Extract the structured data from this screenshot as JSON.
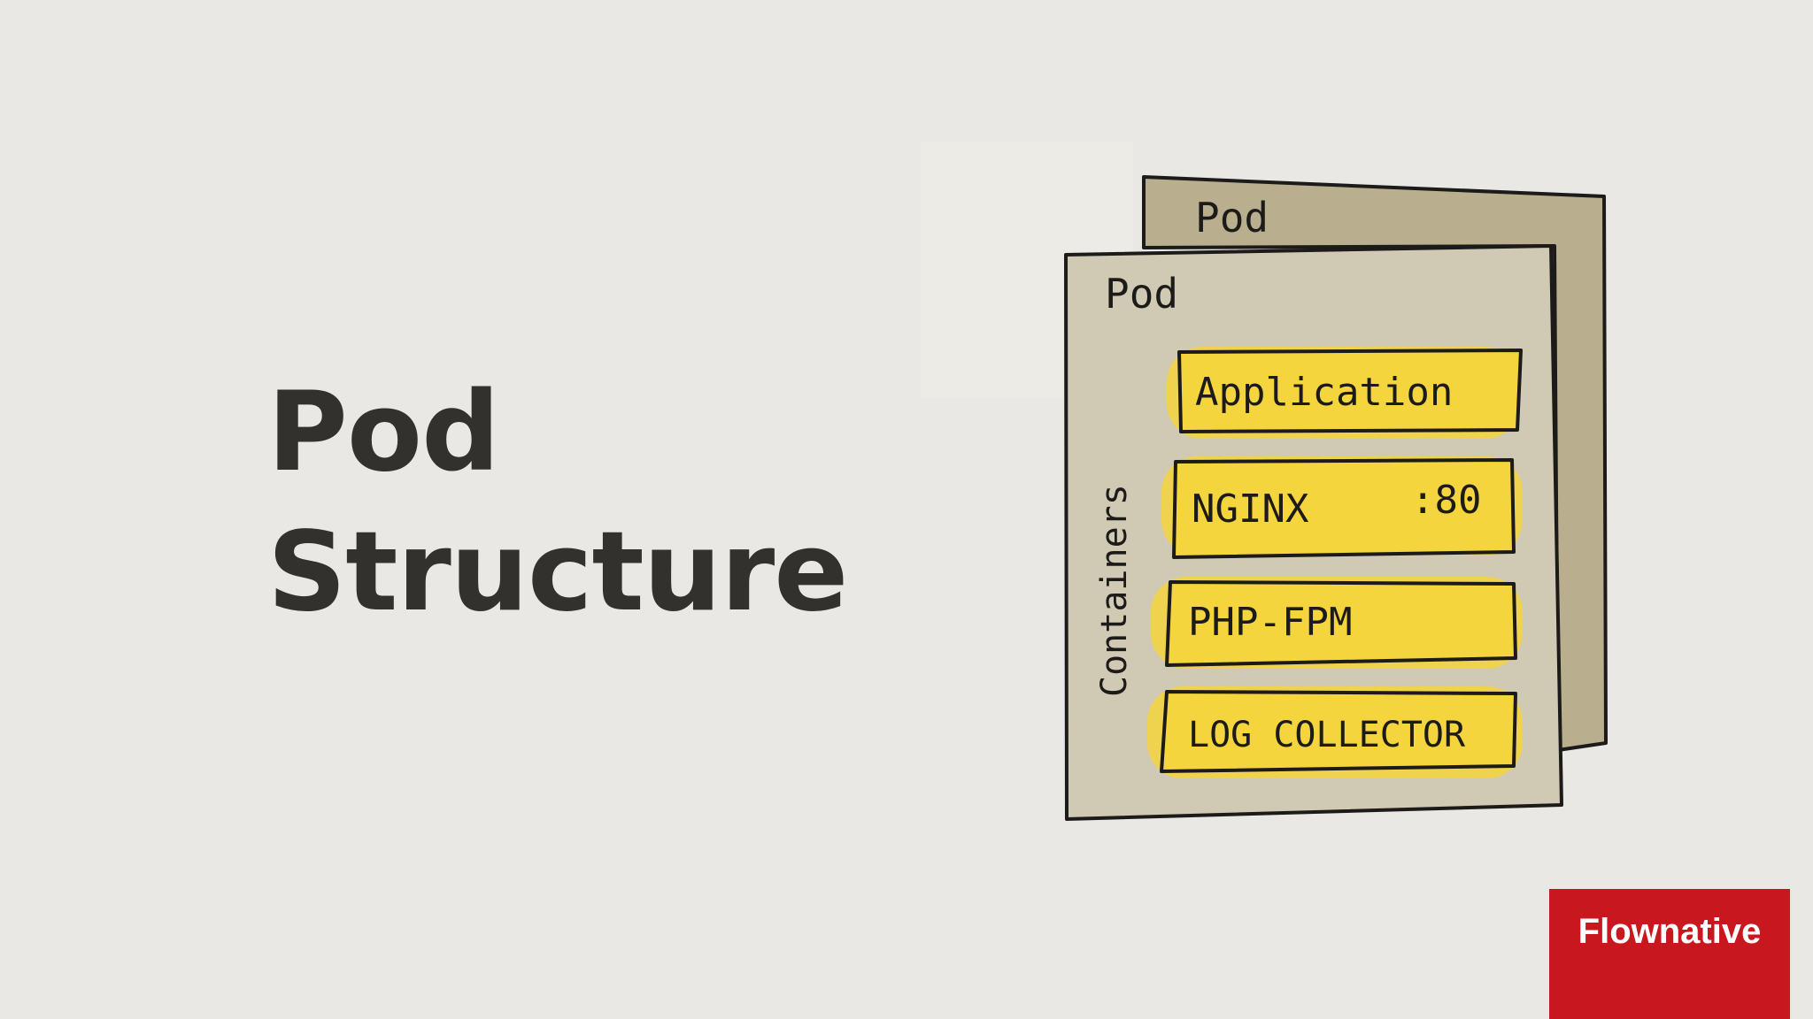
{
  "title": {
    "line1": "Pod",
    "line2": "Structure"
  },
  "diagram": {
    "back_pod_label": "Pod",
    "front_pod_label": "Pod",
    "containers_label": "Containers",
    "containers": [
      {
        "name": "Application",
        "port": ""
      },
      {
        "name": "NGINX",
        "port": ":80"
      },
      {
        "name": "PHP-FPM",
        "port": ""
      },
      {
        "name": "LOG COLLECTOR",
        "port": ""
      }
    ]
  },
  "brand": {
    "logo_text": "Flownative",
    "logo_color": "#c8171e"
  },
  "colors": {
    "background": "#e9e8e4",
    "back_pod_fill": "#b9af8e",
    "front_pod_fill": "#d0cab4",
    "container_highlight": "#f5d53d",
    "ink": "#1c1b19"
  }
}
